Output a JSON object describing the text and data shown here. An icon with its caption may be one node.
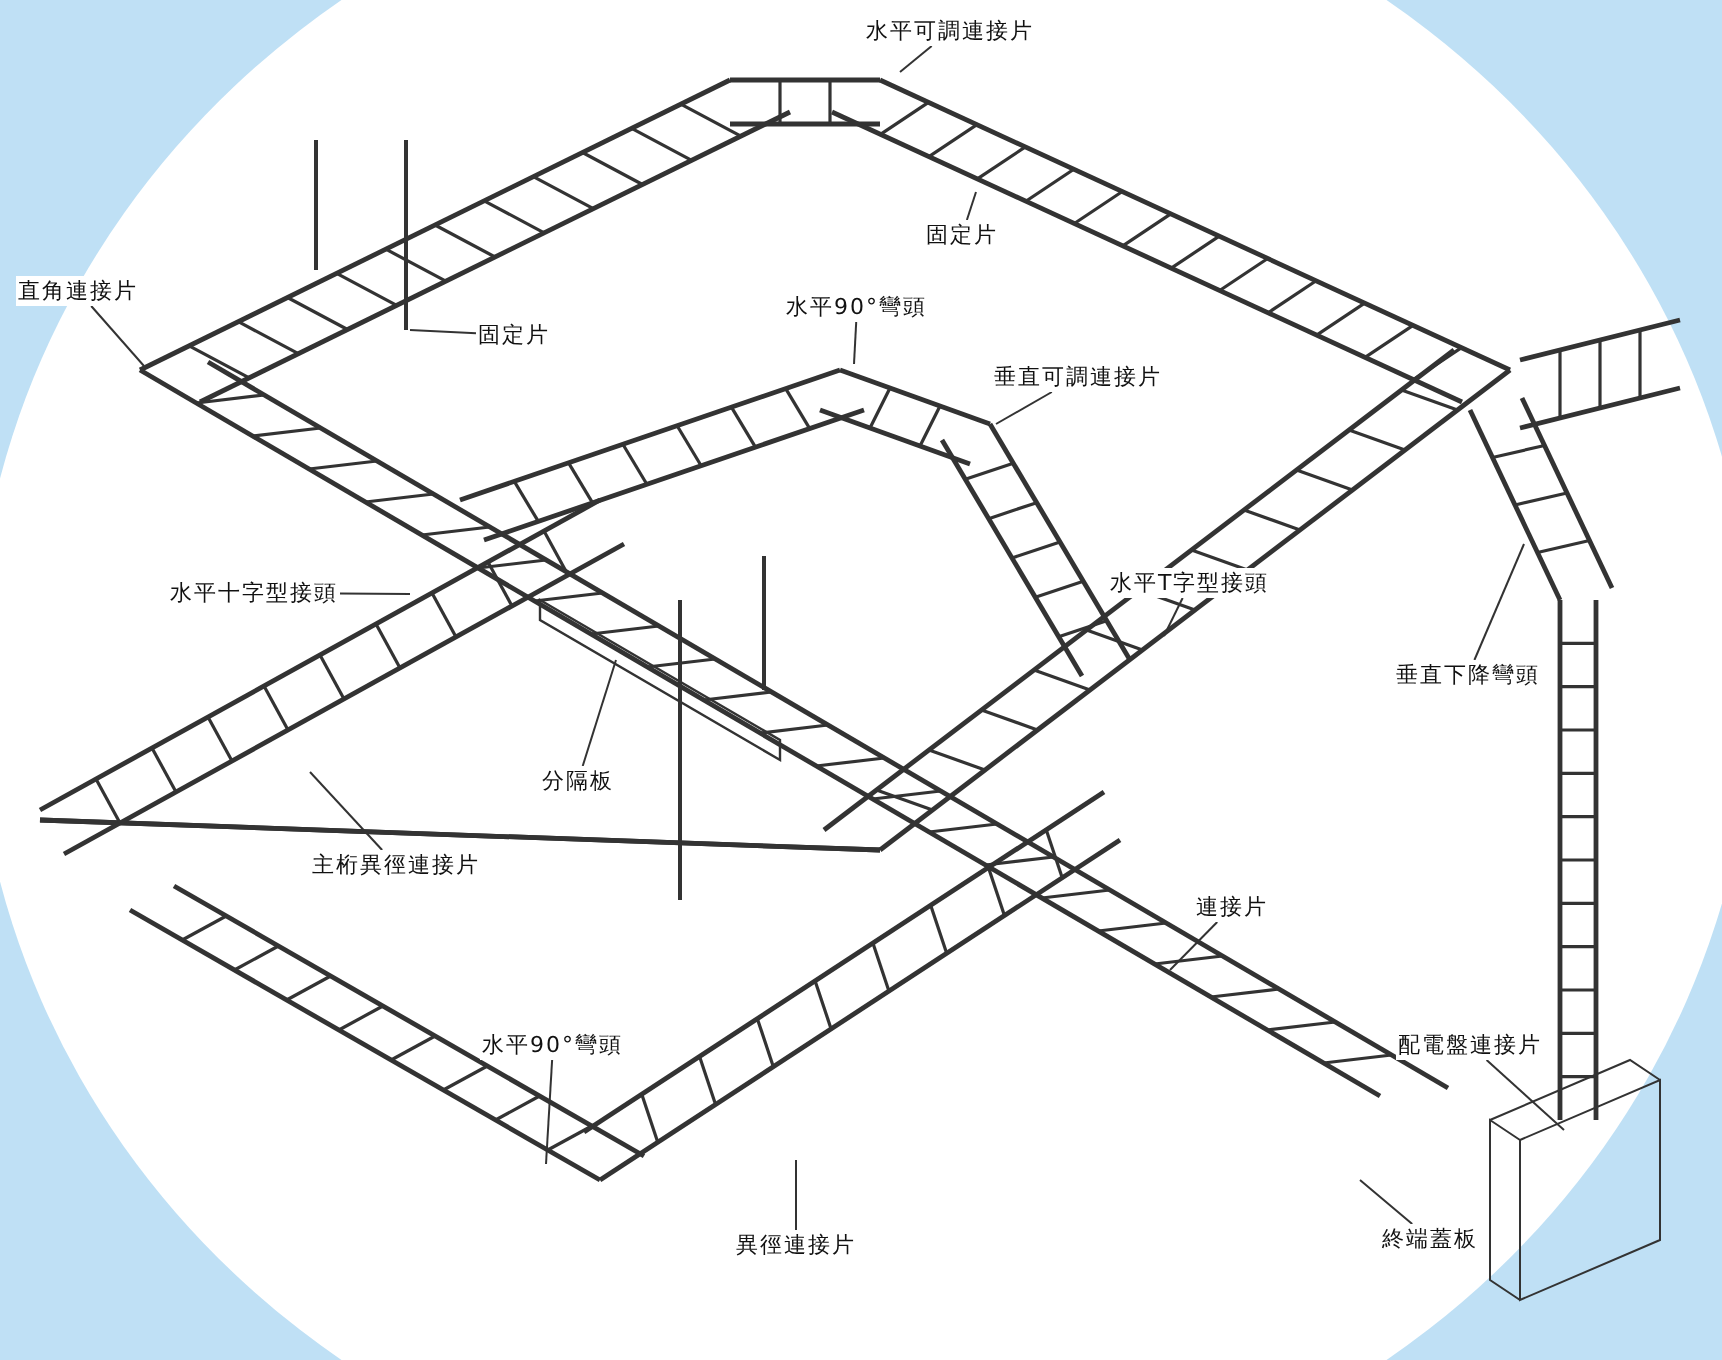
{
  "diagram": {
    "nodes": [
      {
        "text": [
          "水平可調連接片"
        ]
      },
      {
        "text": [
          "固定片"
        ]
      },
      {
        "text": [
          "直角連接片"
        ]
      },
      {
        "text": [
          "水平90°彎頭"
        ]
      },
      {
        "text": [
          "固定片"
        ]
      },
      {
        "text": [
          "垂直可調連接片"
        ]
      },
      {
        "text": [
          "水平T字型接頭"
        ]
      },
      {
        "text": [
          "水平十字型接頭"
        ]
      },
      {
        "text": [
          "垂直下降彎頭"
        ]
      },
      {
        "text": [
          "分隔板"
        ]
      },
      {
        "text": [
          "主桁異徑連接片"
        ]
      },
      {
        "text": [
          "連接片"
        ]
      },
      {
        "text": [
          "水平90°彎頭"
        ]
      },
      {
        "text": [
          "配電盤連接片"
        ]
      },
      {
        "text": [
          "終端蓋板"
        ]
      },
      {
        "text": [
          "異徑連接片"
        ]
      }
    ],
    "edges": [
      {
        "from": 0,
        "to": null,
        "arrow": "none"
      },
      {
        "from": 1,
        "to": null,
        "arrow": "none"
      },
      {
        "from": 2,
        "to": null,
        "arrow": "none"
      },
      {
        "from": 3,
        "to": null,
        "arrow": "none"
      },
      {
        "from": 4,
        "to": null,
        "arrow": "none"
      },
      {
        "from": 5,
        "to": null,
        "arrow": "none"
      },
      {
        "from": 6,
        "to": null,
        "arrow": "none"
      },
      {
        "from": 7,
        "to": null,
        "arrow": "none"
      },
      {
        "from": 8,
        "to": null,
        "arrow": "none"
      },
      {
        "from": 9,
        "to": null,
        "arrow": "none"
      },
      {
        "from": 10,
        "to": null,
        "arrow": "none"
      },
      {
        "from": 11,
        "to": null,
        "arrow": "none"
      },
      {
        "from": 12,
        "to": null,
        "arrow": "none"
      },
      {
        "from": 13,
        "to": null,
        "arrow": "none"
      },
      {
        "from": 14,
        "to": null,
        "arrow": "none"
      },
      {
        "from": 15,
        "to": null,
        "arrow": "none"
      }
    ]
  }
}
